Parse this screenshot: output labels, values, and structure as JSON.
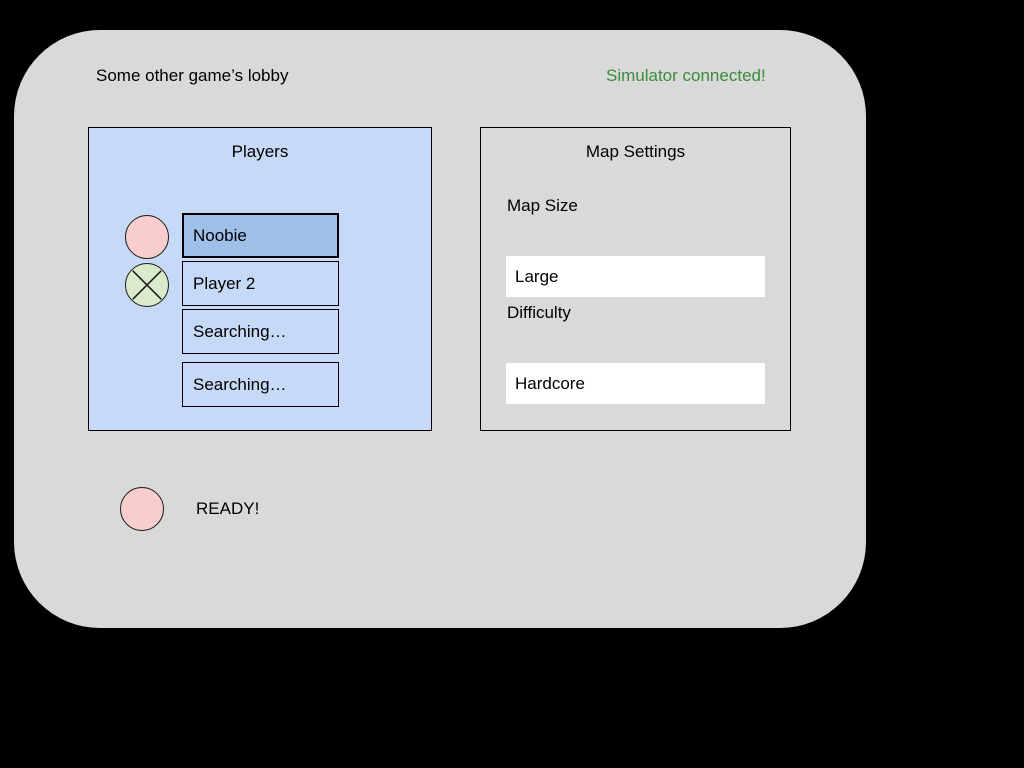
{
  "dialog": {
    "title": "Some other game’s lobby",
    "connection_status": "Simulator connected!",
    "connection_status_color": "#3c8c3c",
    "background_color": "#d9d9d9"
  },
  "players_panel": {
    "title": "Players",
    "background_color": "#c6d9f6",
    "selected_background_color": "#9dbfe8",
    "slots": [
      {
        "label": "Noobie",
        "selected": true
      },
      {
        "label": "Player 2",
        "selected": false
      },
      {
        "label": "Searching…",
        "selected": false
      },
      {
        "label": "Searching…",
        "selected": false
      }
    ],
    "status_indicators": [
      {
        "icon": "filled-circle-icon",
        "state": "not-ready",
        "color": "#f7cdcd"
      },
      {
        "icon": "crossed-circle-icon",
        "state": "ready",
        "color": "#d9ebcb"
      }
    ]
  },
  "map_settings_panel": {
    "title": "Map Settings",
    "background_color": "#d9d9d9",
    "fields": [
      {
        "label": "Map Size",
        "value": "Large"
      },
      {
        "label": "Difficulty",
        "value": "Hardcore"
      }
    ]
  },
  "ready_row": {
    "label": "READY!",
    "indicator_icon": "filled-circle-icon",
    "indicator_color": "#f7cdcd",
    "state": "not-ready"
  }
}
